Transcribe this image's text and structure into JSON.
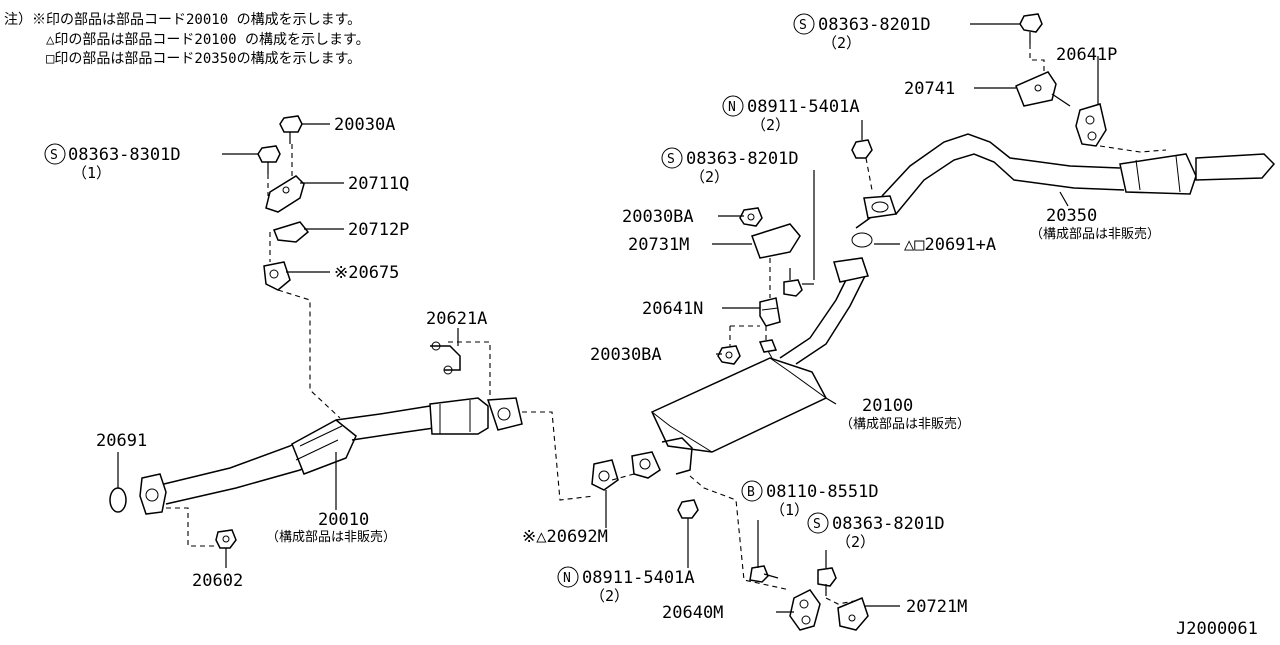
{
  "notes": [
    "注）※印の部品は部品コード20010 の構成を示します。",
    "△印の部品は部品コード20100 の構成を示します。",
    "□印の部品は部品コード20350の構成を示します。"
  ],
  "figure_id": "J2000061",
  "labels": {
    "p20030A": "20030A",
    "p08363_8301D": "08363-8301D",
    "p08363_8301D_qty": "（1）",
    "p20711Q": "20711Q",
    "p20712P": "20712P",
    "p20675": "※20675",
    "p20621A": "20621A",
    "p20691": "20691",
    "p20010": "20010",
    "p20010_note": "（構成部品は非販売）",
    "p20602": "20602",
    "p20692M": "※△20692M",
    "p08911_5401A_bottom": "08911-5401A",
    "p08911_5401A_bottom_qty": "（2）",
    "p20640M": "20640M",
    "p08110_8551D": "08110-8551D",
    "p08110_8551D_qty": "（1）",
    "p08363_8201D_bottom": "08363-8201D",
    "p08363_8201D_bottom_qty": "（2）",
    "p20721M": "20721M",
    "p20100": "20100",
    "p20100_note": "（構成部品は非販売）",
    "p20030BA_lower": "20030BA",
    "p20641N": "20641N",
    "p20731M": "20731M",
    "p20030BA_upper": "20030BA",
    "p08363_8201D_mid": "08363-8201D",
    "p08363_8201D_mid_qty": "（2）",
    "p08911_5401A_top": "08911-5401A",
    "p08911_5401A_top_qty": "（2）",
    "p20691A": "△□20691+A",
    "p20350": "20350",
    "p20350_note": "（構成部品は非販売）",
    "p20741": "20741",
    "p20641P": "20641P",
    "p08363_8201D_top": "08363-8201D",
    "p08363_8201D_top_qty": "（2）"
  },
  "prefixes": {
    "S": "S",
    "N": "N",
    "B": "B"
  }
}
